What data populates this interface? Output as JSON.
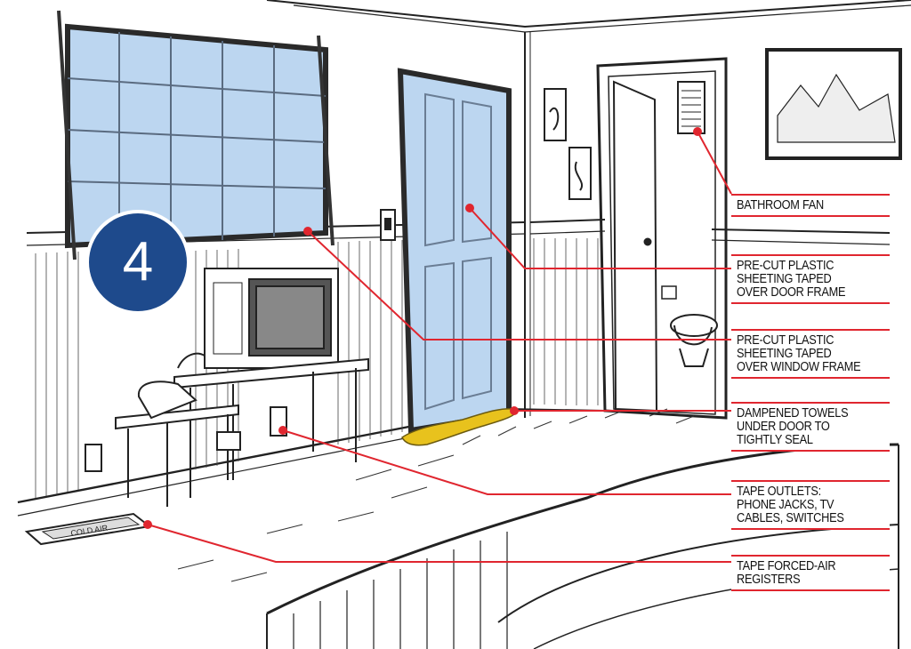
{
  "step": {
    "number": "4"
  },
  "callouts": [
    {
      "id": "bathroom-fan",
      "text": "BATHROOM FAN"
    },
    {
      "id": "door-sheeting",
      "text": "PRE-CUT PLASTIC\nSHEETING TAPED\nOVER DOOR FRAME"
    },
    {
      "id": "window-sheeting",
      "text": "PRE-CUT PLASTIC\nSHEETING TAPED\nOVER WINDOW FRAME"
    },
    {
      "id": "towels",
      "text": "DAMPENED TOWELS\nUNDER DOOR TO\nTIGHTLY SEAL"
    },
    {
      "id": "outlets",
      "text": "TAPE OUTLETS:\nPHONE JACKS, TV\nCABLES, SWITCHES"
    },
    {
      "id": "registers",
      "text": "TAPE FORCED-AIR\nREGISTERS"
    }
  ],
  "register_label": "COLD AIR",
  "colors": {
    "plastic_sheeting": "#bcd6f0",
    "leader_line": "#e0262f",
    "badge": "#1e4a8c",
    "towel": "#e8c21d"
  }
}
